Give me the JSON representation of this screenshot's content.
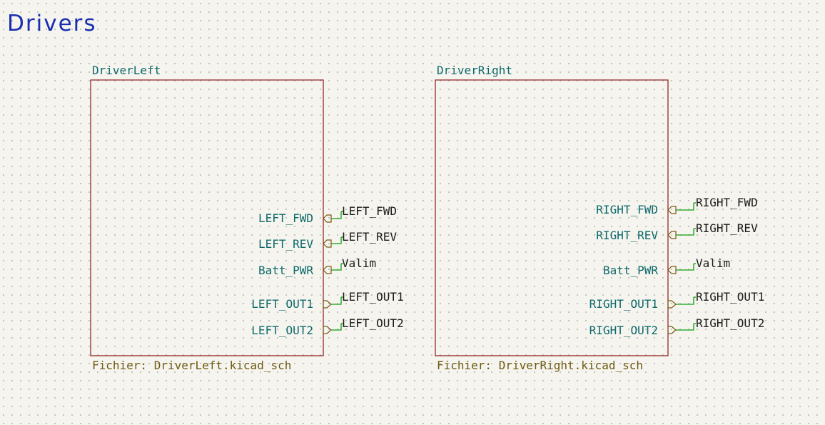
{
  "title": "Drivers",
  "colors": {
    "background": "#f5f4ef",
    "sheet_border": "#8b1a1a",
    "sheet_name": "#0e6a6a",
    "sheet_file": "#6e5a10",
    "pin_shape": "#7a5a14",
    "wire": "#12a012",
    "title": "#1a2fb0",
    "net_label": "#1a1a1a"
  },
  "sheets": [
    {
      "name": "DriverLeft",
      "file": "Fichier: DriverLeft.kicad_sch",
      "pins": [
        {
          "label": "LEFT_FWD",
          "direction": "input",
          "net": "LEFT_FWD"
        },
        {
          "label": "LEFT_REV",
          "direction": "input",
          "net": "LEFT_REV"
        },
        {
          "label": "Batt_PWR",
          "direction": "input",
          "net": "Valim"
        },
        {
          "label": "LEFT_OUT1",
          "direction": "output",
          "net": "LEFT_OUT1"
        },
        {
          "label": "LEFT_OUT2",
          "direction": "output",
          "net": "LEFT_OUT2"
        }
      ]
    },
    {
      "name": "DriverRight",
      "file": "Fichier: DriverRight.kicad_sch",
      "pins": [
        {
          "label": "RIGHT_FWD",
          "direction": "input",
          "net": "RIGHT_FWD"
        },
        {
          "label": "RIGHT_REV",
          "direction": "input",
          "net": "RIGHT_REV"
        },
        {
          "label": "Batt_PWR",
          "direction": "input",
          "net": "Valim"
        },
        {
          "label": "RIGHT_OUT1",
          "direction": "output",
          "net": "RIGHT_OUT1"
        },
        {
          "label": "RIGHT_OUT2",
          "direction": "output",
          "net": "RIGHT_OUT2"
        }
      ]
    }
  ]
}
